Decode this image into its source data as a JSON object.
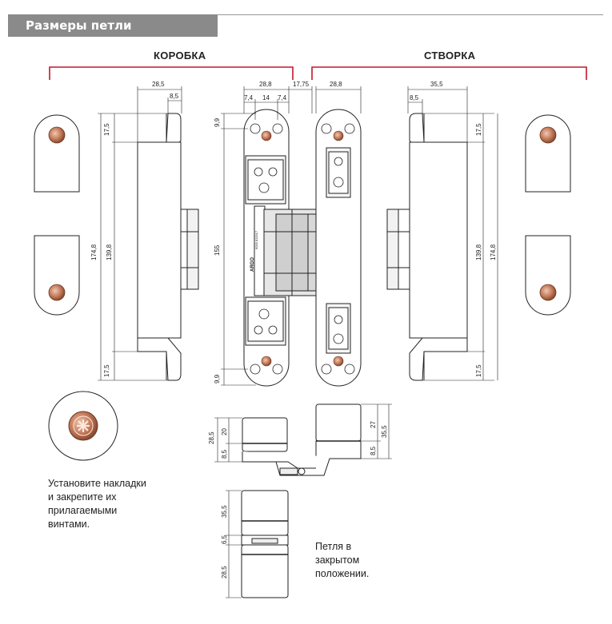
{
  "header": {
    "title": "Размеры петли"
  },
  "sections": {
    "frame_label": "КОРОБКА",
    "leaf_label": "СТВОРКА"
  },
  "dimensions": {
    "d_28_5_frame": "28,5",
    "d_8_5_frame": "8,5",
    "d_17_5_a": "17,5",
    "d_17_5_b": "17,5",
    "d_174_8_left": "174,8",
    "d_139_8_left": "139,8",
    "d_28_8_left": "28,8",
    "d_7_4_a": "7,4",
    "d_14": "14",
    "d_7_4_b": "7,4",
    "d_17_75": "17,75",
    "d_9_9_a": "9,9",
    "d_155": "155",
    "d_9_9_b": "9,9",
    "d_28_8_right": "28,8",
    "d_35_5_leaf": "35,5",
    "d_8_5_leaf": "8,5",
    "d_17_5_c": "17,5",
    "d_17_5_d": "17,5",
    "d_139_8_right": "139,8",
    "d_174_8_right": "174,8",
    "side_28_5": "28,5",
    "side_20": "20",
    "side_8_5_left": "8,5",
    "side_27": "27",
    "side_35_5": "35,5",
    "side_8_5_right": "8,5",
    "closed_35_5": "35,5",
    "closed_6_5": "6,5",
    "closed_28_5": "28,5"
  },
  "hinge_marking": "ARGO",
  "hinge_code": "6000 811917",
  "notes": {
    "cover_caps": "Установите накладки\nи закрепите их\nприлагаемыми\nвинтами.",
    "closed_position": "Петля в\nзакрытом\nположении."
  },
  "colors": {
    "accent_red": "#c0182b",
    "header_gray": "#8a8a8a",
    "screw_copper": "#c47a5a",
    "line_dark": "#222222"
  }
}
